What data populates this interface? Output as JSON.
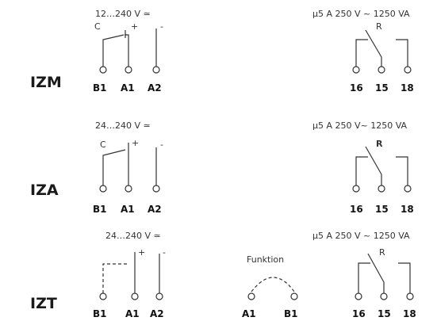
{
  "izm": {
    "name": "IZM",
    "supply": "12…240 V ≃",
    "contact_rating": "μ5 A 250 V ~  1250 VA",
    "label_c": "C",
    "label_plus": "+",
    "label_minus": "-",
    "label_r": "R",
    "terminals_left": [
      "B1",
      "A1",
      "A2"
    ],
    "terminals_right": [
      "16",
      "15",
      "18"
    ]
  },
  "iza": {
    "name": "IZA",
    "supply": "24…240 V ≃",
    "contact_rating": "μ5 A 250 V~  1250 VA",
    "label_c": "C",
    "label_plus": "+",
    "label_minus": "-",
    "label_r": "R",
    "terminals_left": [
      "B1",
      "A1",
      "A2"
    ],
    "terminals_right": [
      "16",
      "15",
      "18"
    ]
  },
  "izt": {
    "name": "IZT",
    "supply": "24…240 V ≃",
    "contact_rating": "μ5 A 250 V ~  1250 VA",
    "label_plus": "+",
    "label_minus": "-",
    "label_r": "R",
    "funktion_label": "Funktion",
    "funktion_terminals": [
      "A1",
      "B1"
    ],
    "terminals_left": [
      "B1",
      "A1",
      "A2"
    ],
    "terminals_right": [
      "16",
      "15",
      "18"
    ]
  }
}
